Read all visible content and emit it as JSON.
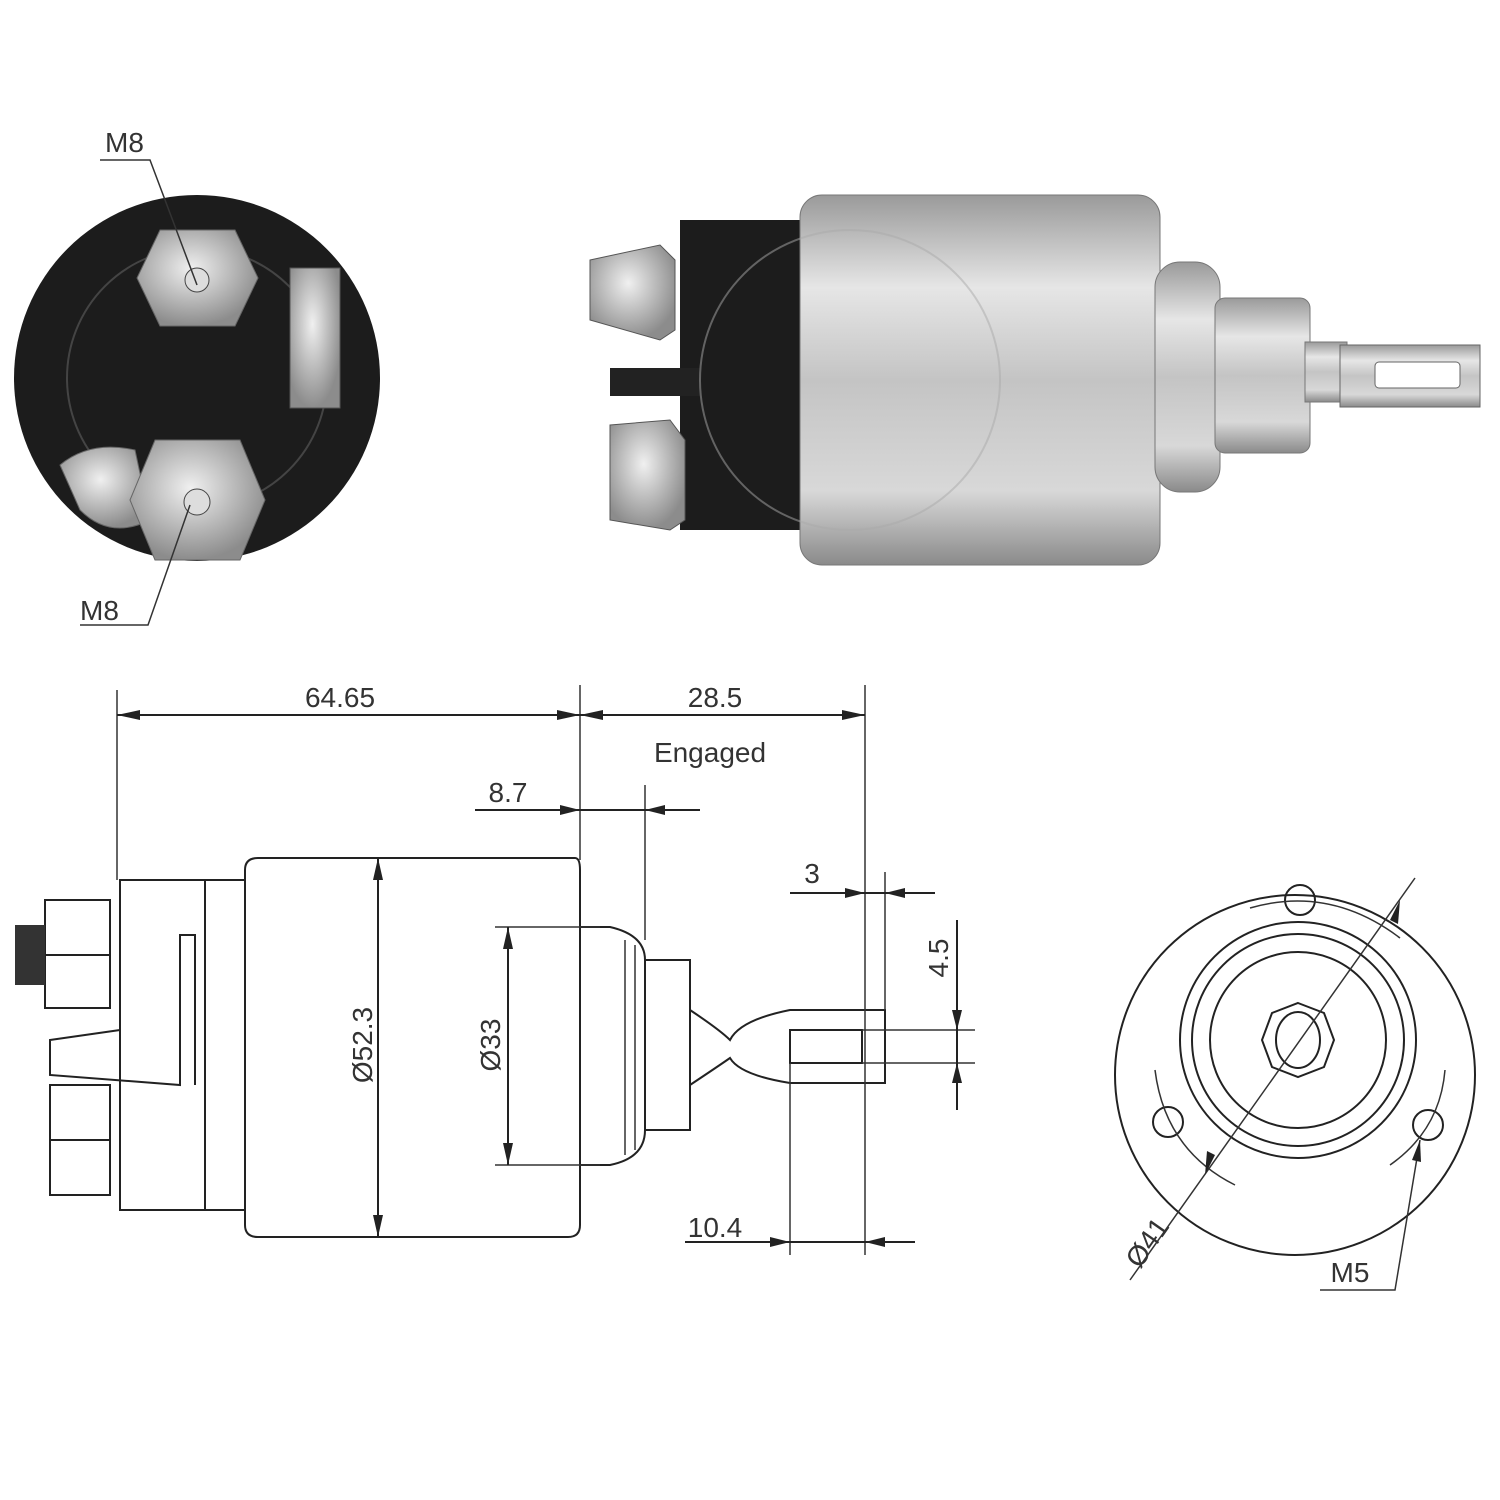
{
  "end_view_photo": {
    "top_terminal_label": "M8",
    "bottom_terminal_label": "M8"
  },
  "side_drawing": {
    "overall_length": "64.65",
    "stroke_length": "28.5",
    "stroke_state": "Engaged",
    "neck_offset": "8.7",
    "body_diameter": "Ø52.3",
    "neck_diameter": "Ø33",
    "tab_thickness": "3",
    "slot_width": "4.5",
    "slot_length": "10.4"
  },
  "front_drawing": {
    "bolt_circle_diameter": "Ø41",
    "mounting_thread": "M5"
  },
  "colors": {
    "line": "#222222",
    "cap": "#1a1a1a",
    "metal": "#c8c8c8"
  }
}
